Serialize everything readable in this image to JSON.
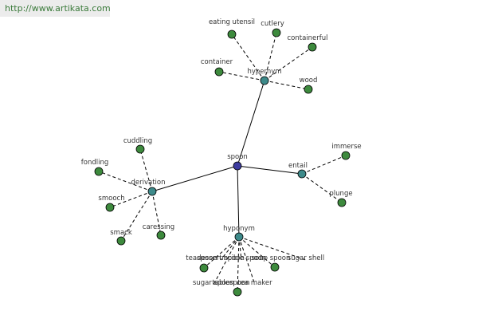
{
  "watermark": "http://www.artikata.com",
  "colors": {
    "root": "#3d3ca0",
    "relation": "#3d8a8a",
    "leaf": "#3d8a3d",
    "edge": "#000000",
    "label": "#333333"
  },
  "graph": {
    "nodes": [
      {
        "id": "spoon",
        "label": "spoon",
        "kind": "root"
      },
      {
        "id": "hypernym",
        "label": "hypernym",
        "kind": "relation"
      },
      {
        "id": "derivation",
        "label": "derivation",
        "kind": "relation"
      },
      {
        "id": "entail",
        "label": "entail",
        "kind": "relation"
      },
      {
        "id": "hyponym",
        "label": "hyponym",
        "kind": "relation"
      },
      {
        "id": "eating-utensil",
        "label": "eating utensil",
        "kind": "leaf"
      },
      {
        "id": "cutlery",
        "label": "cutlery",
        "kind": "leaf"
      },
      {
        "id": "containerful",
        "label": "containerful",
        "kind": "leaf"
      },
      {
        "id": "container",
        "label": "container",
        "kind": "leaf"
      },
      {
        "id": "wood",
        "label": "wood",
        "kind": "leaf"
      },
      {
        "id": "cuddling",
        "label": "cuddling",
        "kind": "leaf"
      },
      {
        "id": "fondling",
        "label": "fondling",
        "kind": "leaf"
      },
      {
        "id": "smooch",
        "label": "smooch",
        "kind": "leaf"
      },
      {
        "id": "smack",
        "label": "smack",
        "kind": "leaf"
      },
      {
        "id": "caressing",
        "label": "caressing",
        "kind": "leaf"
      },
      {
        "id": "immerse",
        "label": "immerse",
        "kind": "leaf"
      },
      {
        "id": "plunge",
        "label": "plunge",
        "kind": "leaf"
      },
      {
        "id": "teaspoon",
        "label": "teaspoon",
        "kind": "leaf"
      },
      {
        "id": "dessert-spoon",
        "label": "dessert spoon",
        "kind": "leaf"
      },
      {
        "id": "runcible-spoon",
        "label": "runcible spoon",
        "kind": "leaf"
      },
      {
        "id": "soup-spoon",
        "label": "soup spoon",
        "kind": "leaf"
      },
      {
        "id": "sugar-shell",
        "label": "sugar shell",
        "kind": "leaf"
      },
      {
        "id": "sugar-spoon",
        "label": "sugar spoon",
        "kind": "leaf"
      },
      {
        "id": "tablespoon",
        "label": "tablespoon",
        "kind": "leaf"
      },
      {
        "id": "tea-maker",
        "label": "tea maker",
        "kind": "leaf"
      }
    ],
    "edges": [
      {
        "from": "spoon",
        "to": "hypernym",
        "style": "solid"
      },
      {
        "from": "spoon",
        "to": "derivation",
        "style": "solid"
      },
      {
        "from": "spoon",
        "to": "entail",
        "style": "solid"
      },
      {
        "from": "spoon",
        "to": "hyponym",
        "style": "solid"
      },
      {
        "from": "hypernym",
        "to": "eating-utensil",
        "style": "dashed"
      },
      {
        "from": "hypernym",
        "to": "cutlery",
        "style": "dashed"
      },
      {
        "from": "hypernym",
        "to": "containerful",
        "style": "dashed"
      },
      {
        "from": "hypernym",
        "to": "container",
        "style": "dashed"
      },
      {
        "from": "hypernym",
        "to": "wood",
        "style": "dashed"
      },
      {
        "from": "derivation",
        "to": "cuddling",
        "style": "dashed"
      },
      {
        "from": "derivation",
        "to": "fondling",
        "style": "dashed"
      },
      {
        "from": "derivation",
        "to": "smooch",
        "style": "dashed"
      },
      {
        "from": "derivation",
        "to": "smack",
        "style": "dashed"
      },
      {
        "from": "derivation",
        "to": "caressing",
        "style": "dashed"
      },
      {
        "from": "entail",
        "to": "immerse",
        "style": "dashed"
      },
      {
        "from": "entail",
        "to": "plunge",
        "style": "dashed"
      },
      {
        "from": "hyponym",
        "to": "teaspoon",
        "style": "dashed"
      },
      {
        "from": "hyponym",
        "to": "dessert-spoon",
        "style": "dashed"
      },
      {
        "from": "hyponym",
        "to": "runcible-spoon",
        "style": "dashed"
      },
      {
        "from": "hyponym",
        "to": "soup-spoon",
        "style": "dashed"
      },
      {
        "from": "hyponym",
        "to": "sugar-shell",
        "style": "dashed"
      },
      {
        "from": "hyponym",
        "to": "sugar-spoon",
        "style": "dashed"
      },
      {
        "from": "hyponym",
        "to": "tablespoon",
        "style": "dashed"
      },
      {
        "from": "hyponym",
        "to": "tea-maker",
        "style": "dashed"
      }
    ]
  }
}
